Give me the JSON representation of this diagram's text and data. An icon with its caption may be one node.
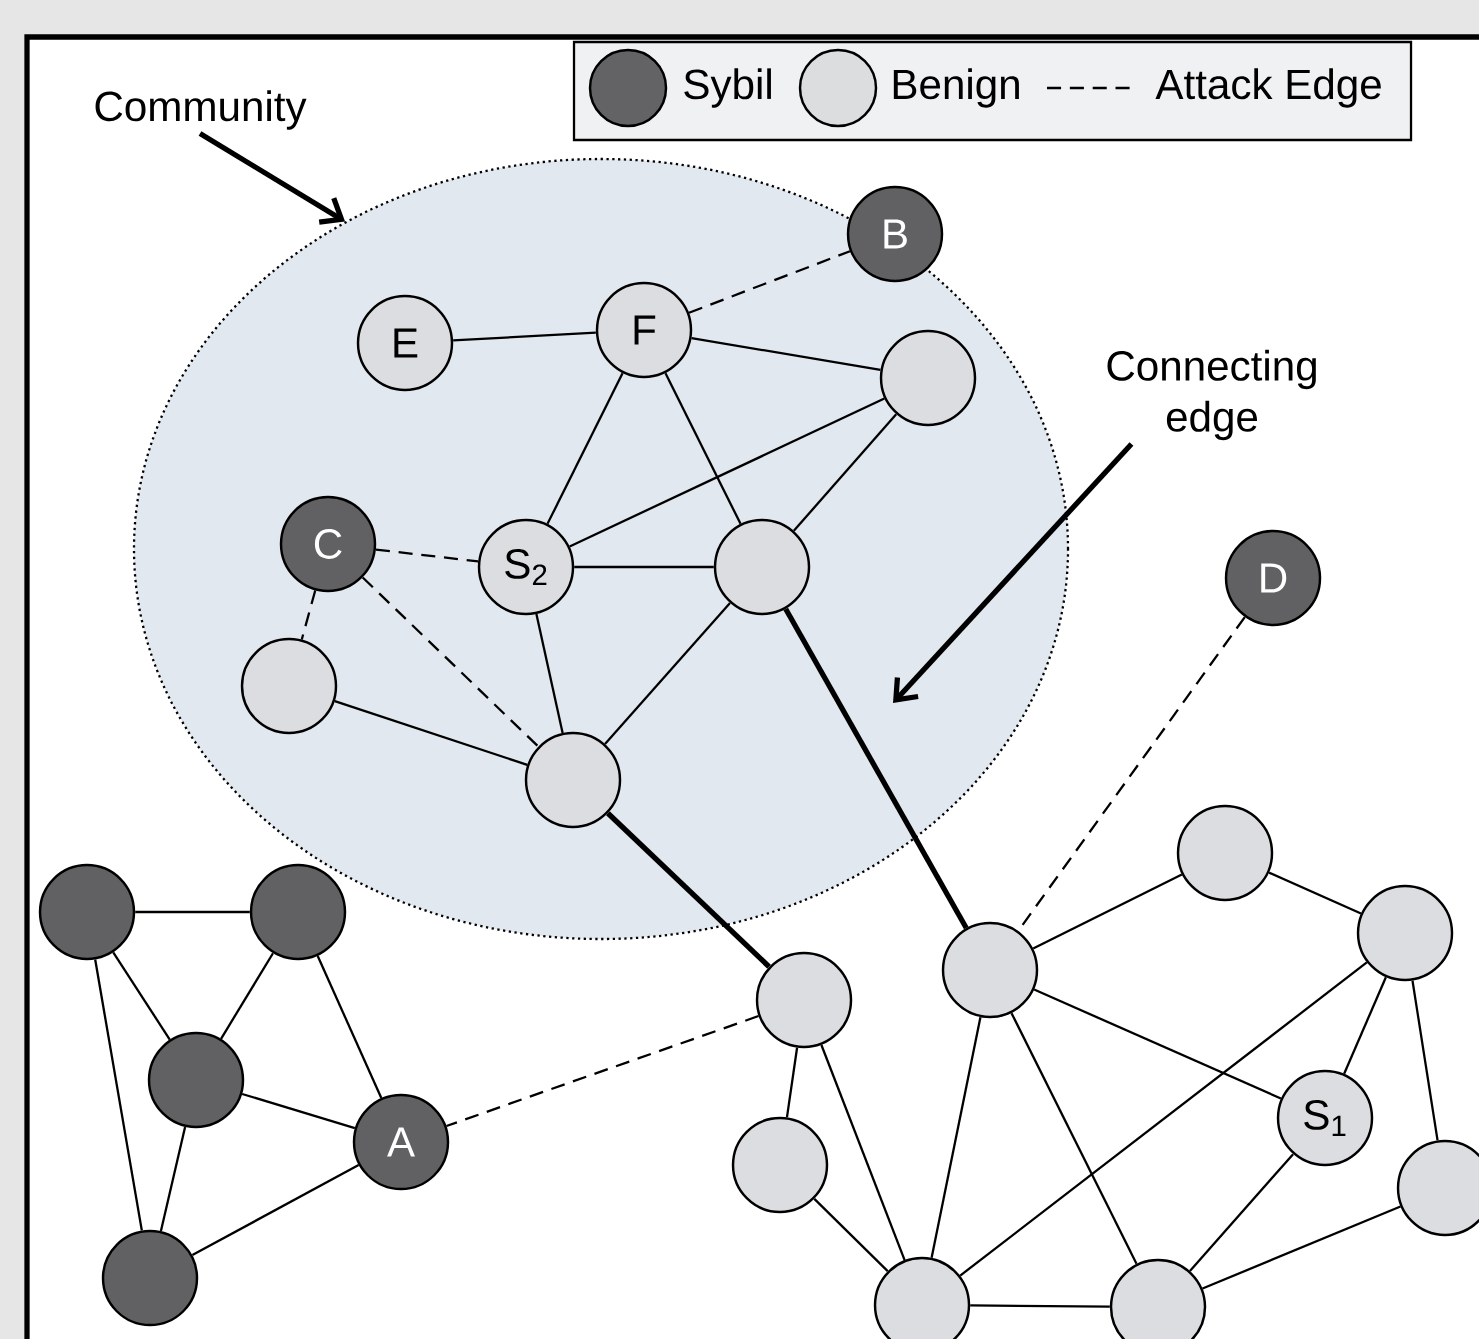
{
  "diagram": {
    "nodes": [
      {
        "text": [],
        "shape": "ellipse"
      },
      {
        "text": [
          "Community"
        ]
      },
      {
        "text": [
          "Connecting edge"
        ]
      },
      {
        "text": [
          "B"
        ]
      },
      {
        "text": [
          "E"
        ],
        "in": 0
      },
      {
        "text": [
          "F"
        ],
        "in": 0
      },
      {
        "text": [],
        "shape": "circle",
        "in": 0
      },
      {
        "text": [
          "C"
        ],
        "in": 0
      },
      {
        "text": [
          "S$_{2}$"
        ],
        "in": 0
      },
      {
        "text": [],
        "shape": "circle",
        "in": 0
      },
      {
        "text": [
          "D"
        ]
      },
      {
        "text": [],
        "shape": "circle",
        "in": 0
      },
      {
        "text": [],
        "shape": "circle",
        "in": 0
      },
      {
        "text": [],
        "shape": "circle"
      },
      {
        "text": [],
        "shape": "circle"
      },
      {
        "text": [],
        "shape": "circle"
      },
      {
        "text": [],
        "shape": "circle"
      },
      {
        "text": [],
        "shape": "circle"
      },
      {
        "text": [],
        "shape": "circle"
      },
      {
        "text": [],
        "shape": "circle"
      },
      {
        "text": [
          "A"
        ]
      },
      {
        "text": [
          "S$_{1}$"
        ]
      },
      {
        "text": [],
        "shape": "circle"
      },
      {
        "text": [],
        "shape": "circle"
      },
      {
        "text": [],
        "shape": "circle"
      },
      {
        "text": [],
        "shape": "circle"
      },
      {
        "text": [],
        "shape": "circle"
      }
    ],
    "edges": [
      {
        "from": 1,
        "to": 0,
        "arrow": "to",
        "style": "thick"
      },
      {
        "from": 2,
        "to": null,
        "arrow": "to",
        "style": "thick"
      },
      {
        "from": 4,
        "to": 5,
        "arrow": "none"
      },
      {
        "from": 5,
        "to": 3,
        "arrow": "none",
        "style": "dashed"
      },
      {
        "from": 5,
        "to": 6,
        "arrow": "none"
      },
      {
        "from": 5,
        "to": 8,
        "arrow": "none"
      },
      {
        "from": 5,
        "to": 9,
        "arrow": "none"
      },
      {
        "from": 8,
        "to": 6,
        "arrow": "none"
      },
      {
        "from": 6,
        "to": 9,
        "arrow": "none"
      },
      {
        "from": 7,
        "to": 8,
        "arrow": "none",
        "style": "dashed"
      },
      {
        "from": 8,
        "to": 9,
        "arrow": "none"
      },
      {
        "from": 7,
        "to": 11,
        "arrow": "none",
        "style": "dashed"
      },
      {
        "from": 7,
        "to": 12,
        "arrow": "none",
        "style": "dashed"
      },
      {
        "from": 8,
        "to": 12,
        "arrow": "none"
      },
      {
        "from": 11,
        "to": 12,
        "arrow": "none"
      },
      {
        "from": 12,
        "to": 9,
        "arrow": "none"
      },
      {
        "from": 9,
        "to": 17,
        "arrow": "none",
        "style": "thick"
      },
      {
        "from": 12,
        "to": 18,
        "arrow": "none",
        "style": "thick"
      },
      {
        "from": 10,
        "to": 17,
        "arrow": "none",
        "style": "dashed"
      },
      {
        "from": 18,
        "to": 20,
        "arrow": "none",
        "style": "dashed"
      },
      {
        "from": 13,
        "to": 14,
        "arrow": "none"
      },
      {
        "from": 13,
        "to": 19,
        "arrow": "none"
      },
      {
        "from": 13,
        "to": 24,
        "arrow": "none"
      },
      {
        "from": 14,
        "to": 19,
        "arrow": "none"
      },
      {
        "from": 14,
        "to": 20,
        "arrow": "none"
      },
      {
        "from": 19,
        "to": 20,
        "arrow": "none"
      },
      {
        "from": 19,
        "to": 24,
        "arrow": "none"
      },
      {
        "from": 24,
        "to": 20,
        "arrow": "none"
      },
      {
        "from": 17,
        "to": 15,
        "arrow": "none"
      },
      {
        "from": 15,
        "to": 16,
        "arrow": "none"
      },
      {
        "from": 17,
        "to": 21,
        "arrow": "none"
      },
      {
        "from": 17,
        "to": 25,
        "arrow": "none"
      },
      {
        "from": 17,
        "to": 26,
        "arrow": "none"
      },
      {
        "from": 16,
        "to": 25,
        "arrow": "none"
      },
      {
        "from": 16,
        "to": 21,
        "arrow": "none"
      },
      {
        "from": 16,
        "to": 23,
        "arrow": "none"
      },
      {
        "from": 21,
        "to": 26,
        "arrow": "none"
      },
      {
        "from": 23,
        "to": 26,
        "arrow": "none"
      },
      {
        "from": 25,
        "to": 26,
        "arrow": "none"
      },
      {
        "from": 18,
        "to": 22,
        "arrow": "none"
      },
      {
        "from": 18,
        "to": 25,
        "arrow": "none"
      },
      {
        "from": 22,
        "to": 25,
        "arrow": "none"
      }
    ],
    "legend": [
      {
        "text": "Sybil",
        "color": "#636365"
      },
      {
        "text": "Benign",
        "color": "#dcdddf"
      },
      {
        "text": "Attack Edge"
      }
    ]
  }
}
